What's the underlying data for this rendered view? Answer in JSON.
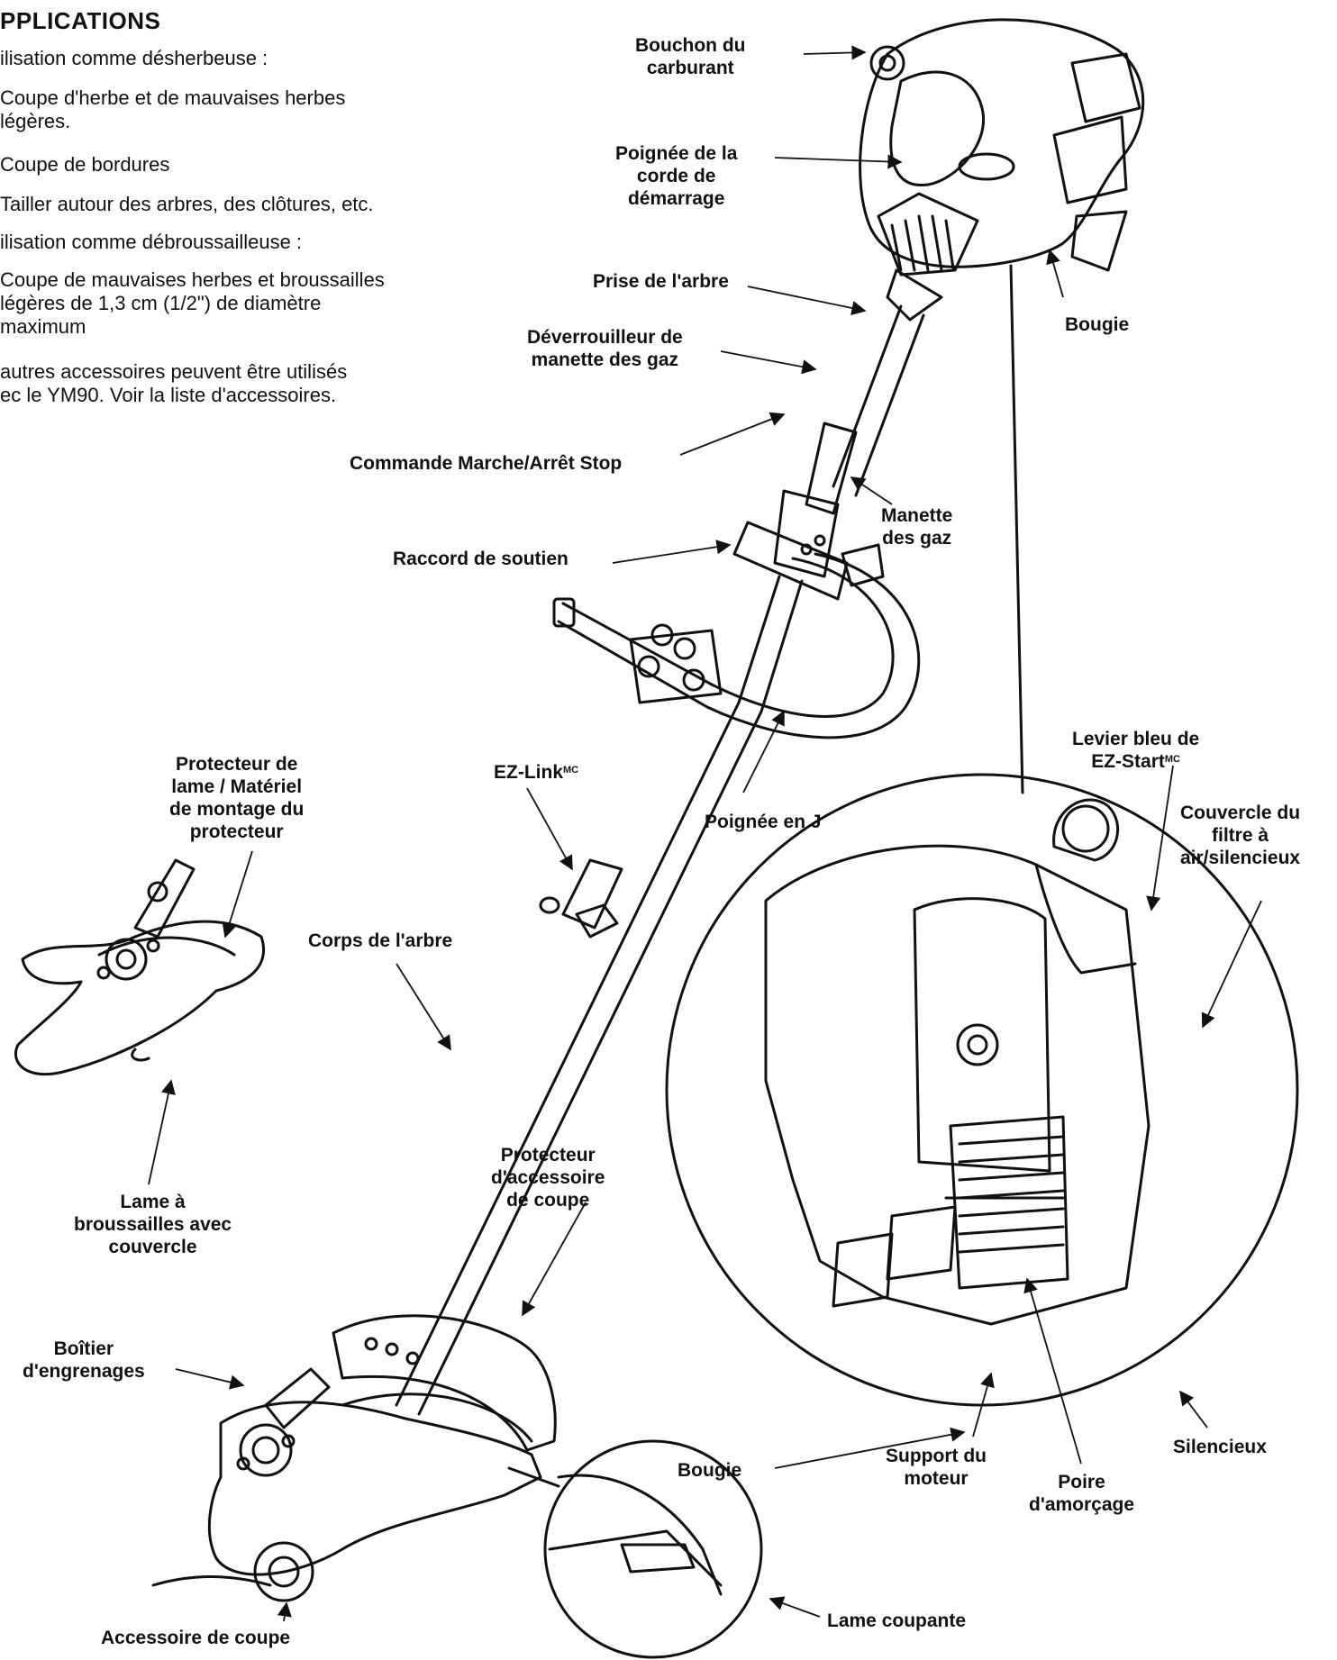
{
  "section_heading": "PPLICATIONS",
  "usage_text": {
    "trimmer_intro": "ilisation comme désherbeuse  :",
    "trimmer_item1_l1": "Coupe d'herbe et de mauvaises herbes",
    "trimmer_item1_l2": "légères.",
    "trimmer_item2": "Coupe de bordures",
    "trimmer_item3": "Tailler autour des arbres, des clôtures, etc.",
    "brush_intro": "ilisation comme débroussailleuse :",
    "brush_item1_l1": "Coupe de mauvaises herbes et broussailles",
    "brush_item1_l2": "légères de 1,3 cm (1/2\") de diamètre",
    "brush_item1_l3": "maximum",
    "note_l1": "autres accessoires peuvent être utilisés",
    "note_l2": "ec le YM90. Voir la liste d'accessoires."
  },
  "labels": {
    "fuel_cap": [
      "Bouchon du",
      "carburant"
    ],
    "starter_handle": [
      "Poignée de la",
      "corde de",
      "démarrage"
    ],
    "spark_plug_top": "Bougie",
    "shaft_grip": "Prise de l'arbre",
    "throttle_lockout": [
      "Déverrouilleur de",
      "manette des gaz"
    ],
    "on_off_switch": "Commande Marche/Arrêt Stop",
    "throttle": [
      "Manette",
      "des gaz"
    ],
    "support_fitting": "Raccord de soutien",
    "j_handle": "Poignée en J",
    "ez_link": "EZ-Link",
    "ez_link_sup": "MC",
    "blade_guard": [
      "Protecteur de",
      "lame / Matériel",
      "de montage du",
      "protecteur"
    ],
    "brush_blade": [
      "Lame à",
      "broussailles avec",
      "couvercle"
    ],
    "shaft_body": "Corps de l'arbre",
    "ez_start_lever": "Levier bleu de",
    "ez_start_name": "EZ-Start",
    "ez_start_sup": "MC",
    "air_filter_cover": [
      "Couvercle du",
      "filtre à",
      "air/silencieux"
    ],
    "attachment_guard": [
      "Protecteur",
      "d'accessoire",
      "de coupe"
    ],
    "gear_housing": [
      "Boîtier",
      "d'engrenages"
    ],
    "spark_plug_detail": "Bougie",
    "engine_mount": [
      "Support du",
      "moteur"
    ],
    "primer_bulb": [
      "Poire",
      "d'amorçage"
    ],
    "muffler": "Silencieux",
    "cutting_attachment": "Accessoire de coupe",
    "cutting_blade": "Lame coupante"
  },
  "icons": {
    "arrow": "arrowhead",
    "illustration": "string-trimmer-line-drawing"
  },
  "colors": {
    "ink": "#111111",
    "paper": "#ffffff"
  }
}
